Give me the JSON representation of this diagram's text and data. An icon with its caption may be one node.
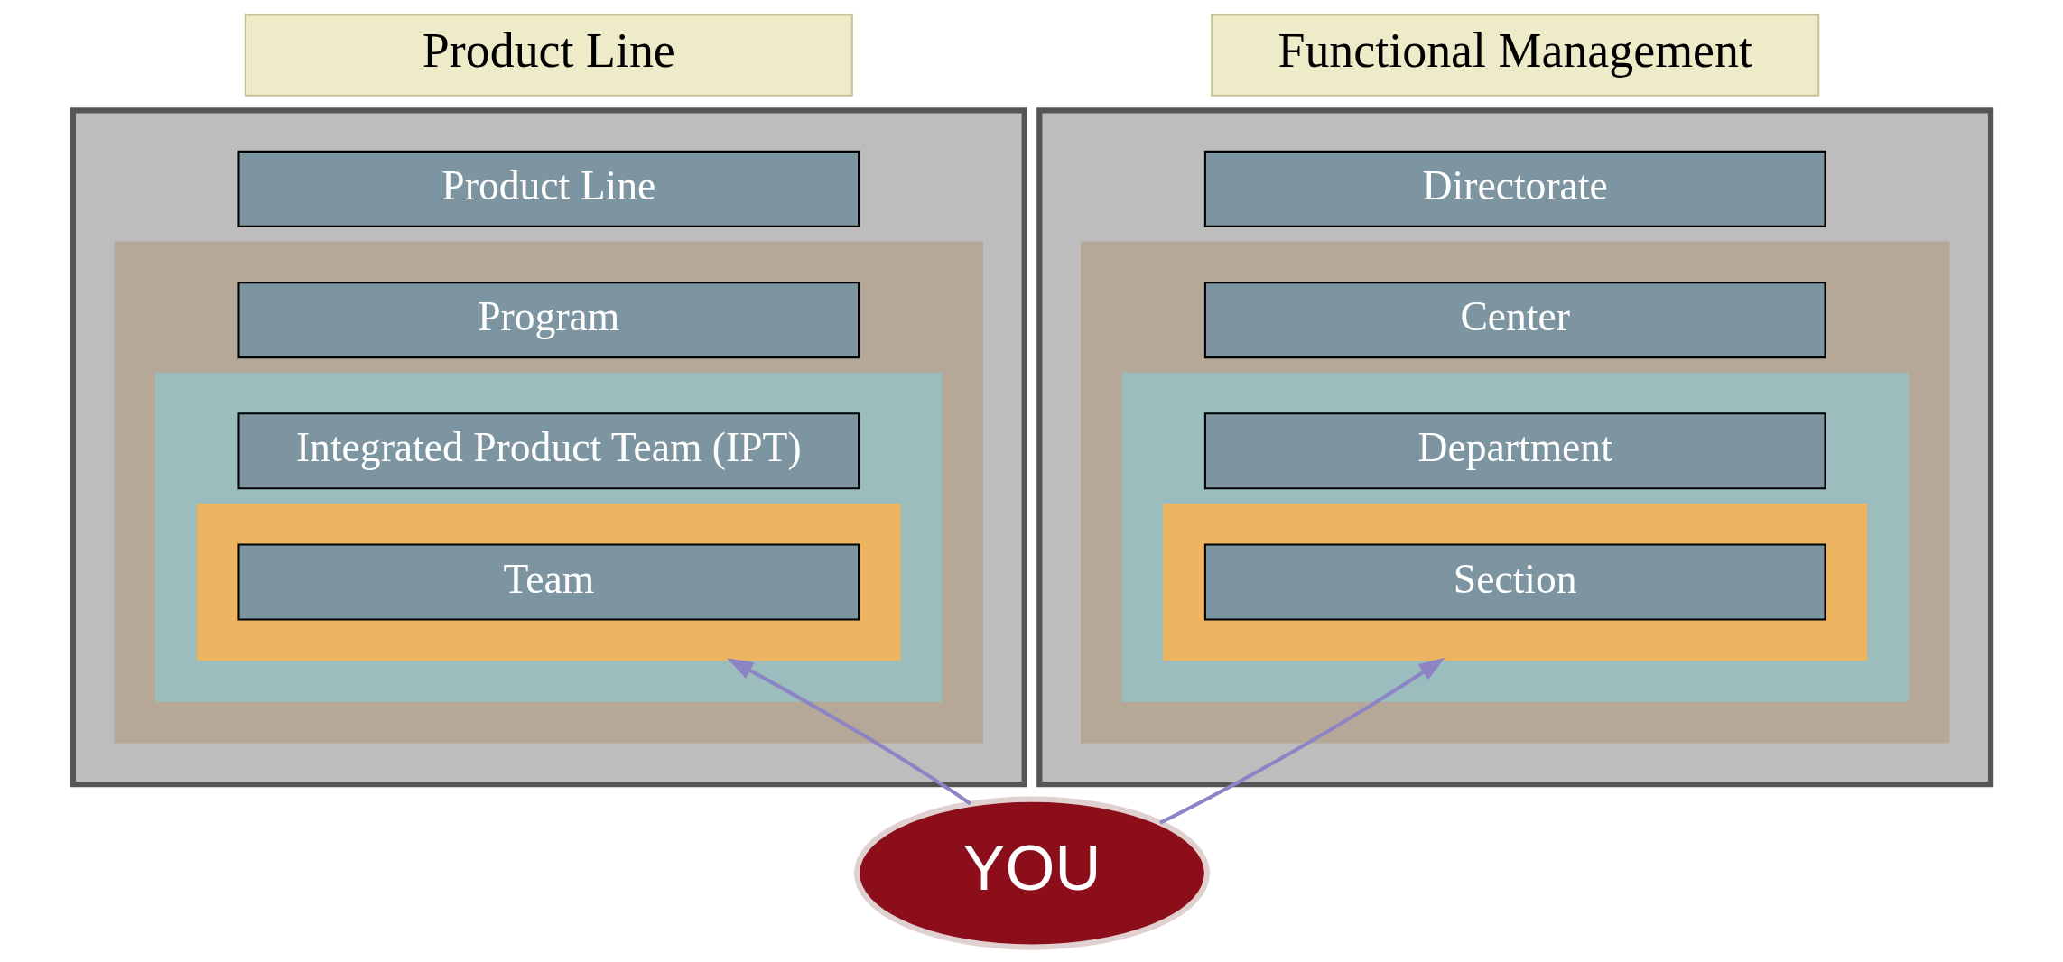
{
  "diagram": {
    "nodes": [
      {
        "text": [
          "Product Line"
        ]
      },
      {
        "text": [
          "Functional Management"
        ]
      },
      {
        "text": [],
        "shape": "box"
      },
      {
        "text": [
          "Product Line"
        ],
        "in": 2
      },
      {
        "text": [],
        "shape": "box",
        "in": 2
      },
      {
        "text": [
          "Program"
        ],
        "in": 4
      },
      {
        "text": [],
        "shape": "box",
        "in": 4
      },
      {
        "text": [
          "Integrated Product Team (IPT)"
        ],
        "in": 6
      },
      {
        "text": [],
        "shape": "box",
        "in": 6
      },
      {
        "text": [
          "Team"
        ],
        "in": 8
      },
      {
        "text": [],
        "shape": "box"
      },
      {
        "text": [
          "Directorate"
        ],
        "in": 10
      },
      {
        "text": [],
        "shape": "box",
        "in": 10
      },
      {
        "text": [
          "Center"
        ],
        "in": 12
      },
      {
        "text": [],
        "shape": "box",
        "in": 12
      },
      {
        "text": [
          "Department"
        ],
        "in": 14
      },
      {
        "text": [],
        "shape": "box",
        "in": 14
      },
      {
        "text": [
          "Section"
        ],
        "in": 16
      },
      {
        "text": [
          "YOU"
        ]
      }
    ],
    "edges": [
      {
        "from": 18,
        "to": 8,
        "arrow": "to"
      },
      {
        "from": 18,
        "to": 16,
        "arrow": "to"
      }
    ]
  }
}
